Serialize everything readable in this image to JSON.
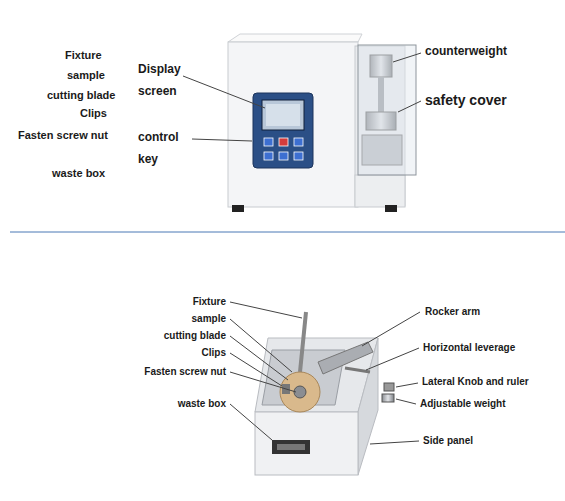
{
  "diagram": {
    "labels": [
      "Fixture",
      "sample",
      "cutting blade",
      "Clips",
      "Fasten screw nut",
      "waste box",
      "Display screen",
      "control key",
      "counterweight",
      "safety cover",
      "Fixture",
      "sample",
      "cutting blade",
      "Clips",
      "Fasten screw nut",
      "waste box",
      "Rocker arm",
      "Horizontal leverage",
      "Lateral Knob and ruler",
      "Adjustable weight",
      "Side panel"
    ]
  }
}
